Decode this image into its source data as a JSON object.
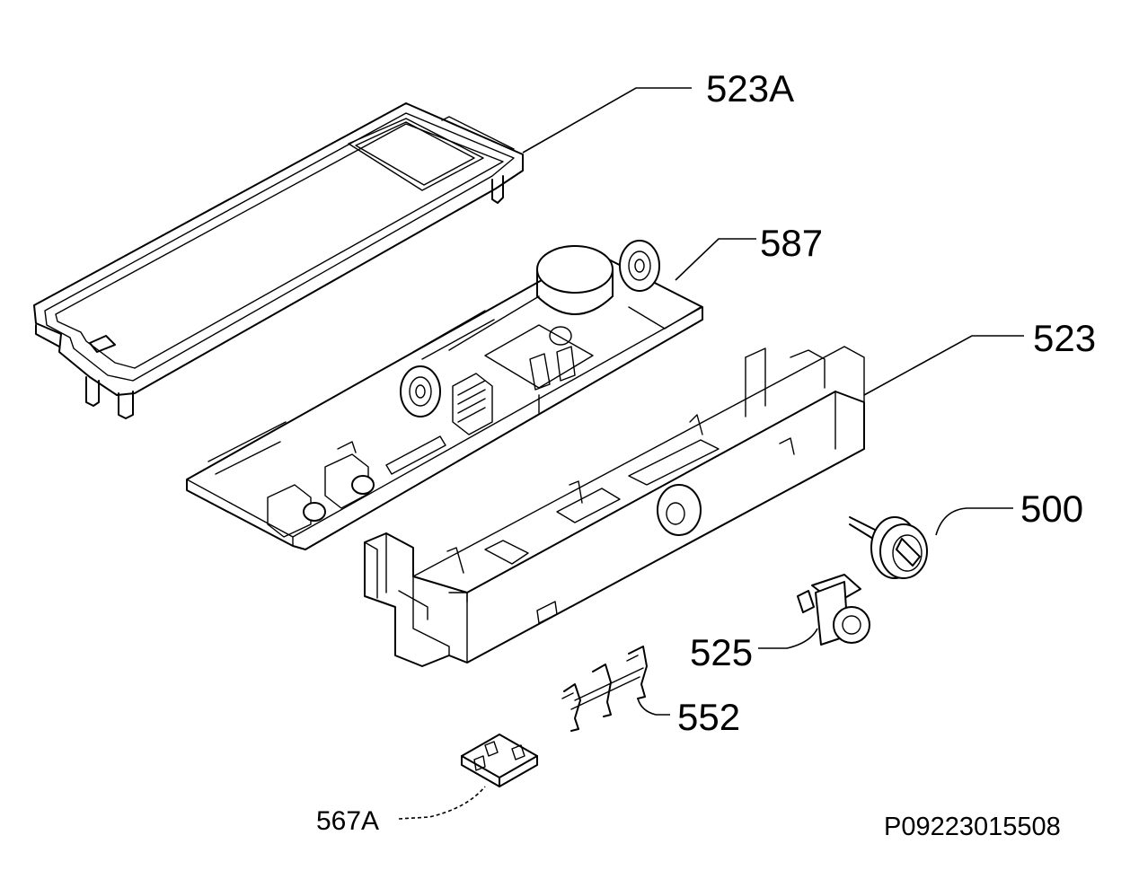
{
  "callouts": {
    "cover": "523A",
    "board": "587",
    "frame": "523",
    "knob": "500",
    "button": "525",
    "contacts": "552",
    "module": "567A"
  },
  "document_code": "P09223015508"
}
